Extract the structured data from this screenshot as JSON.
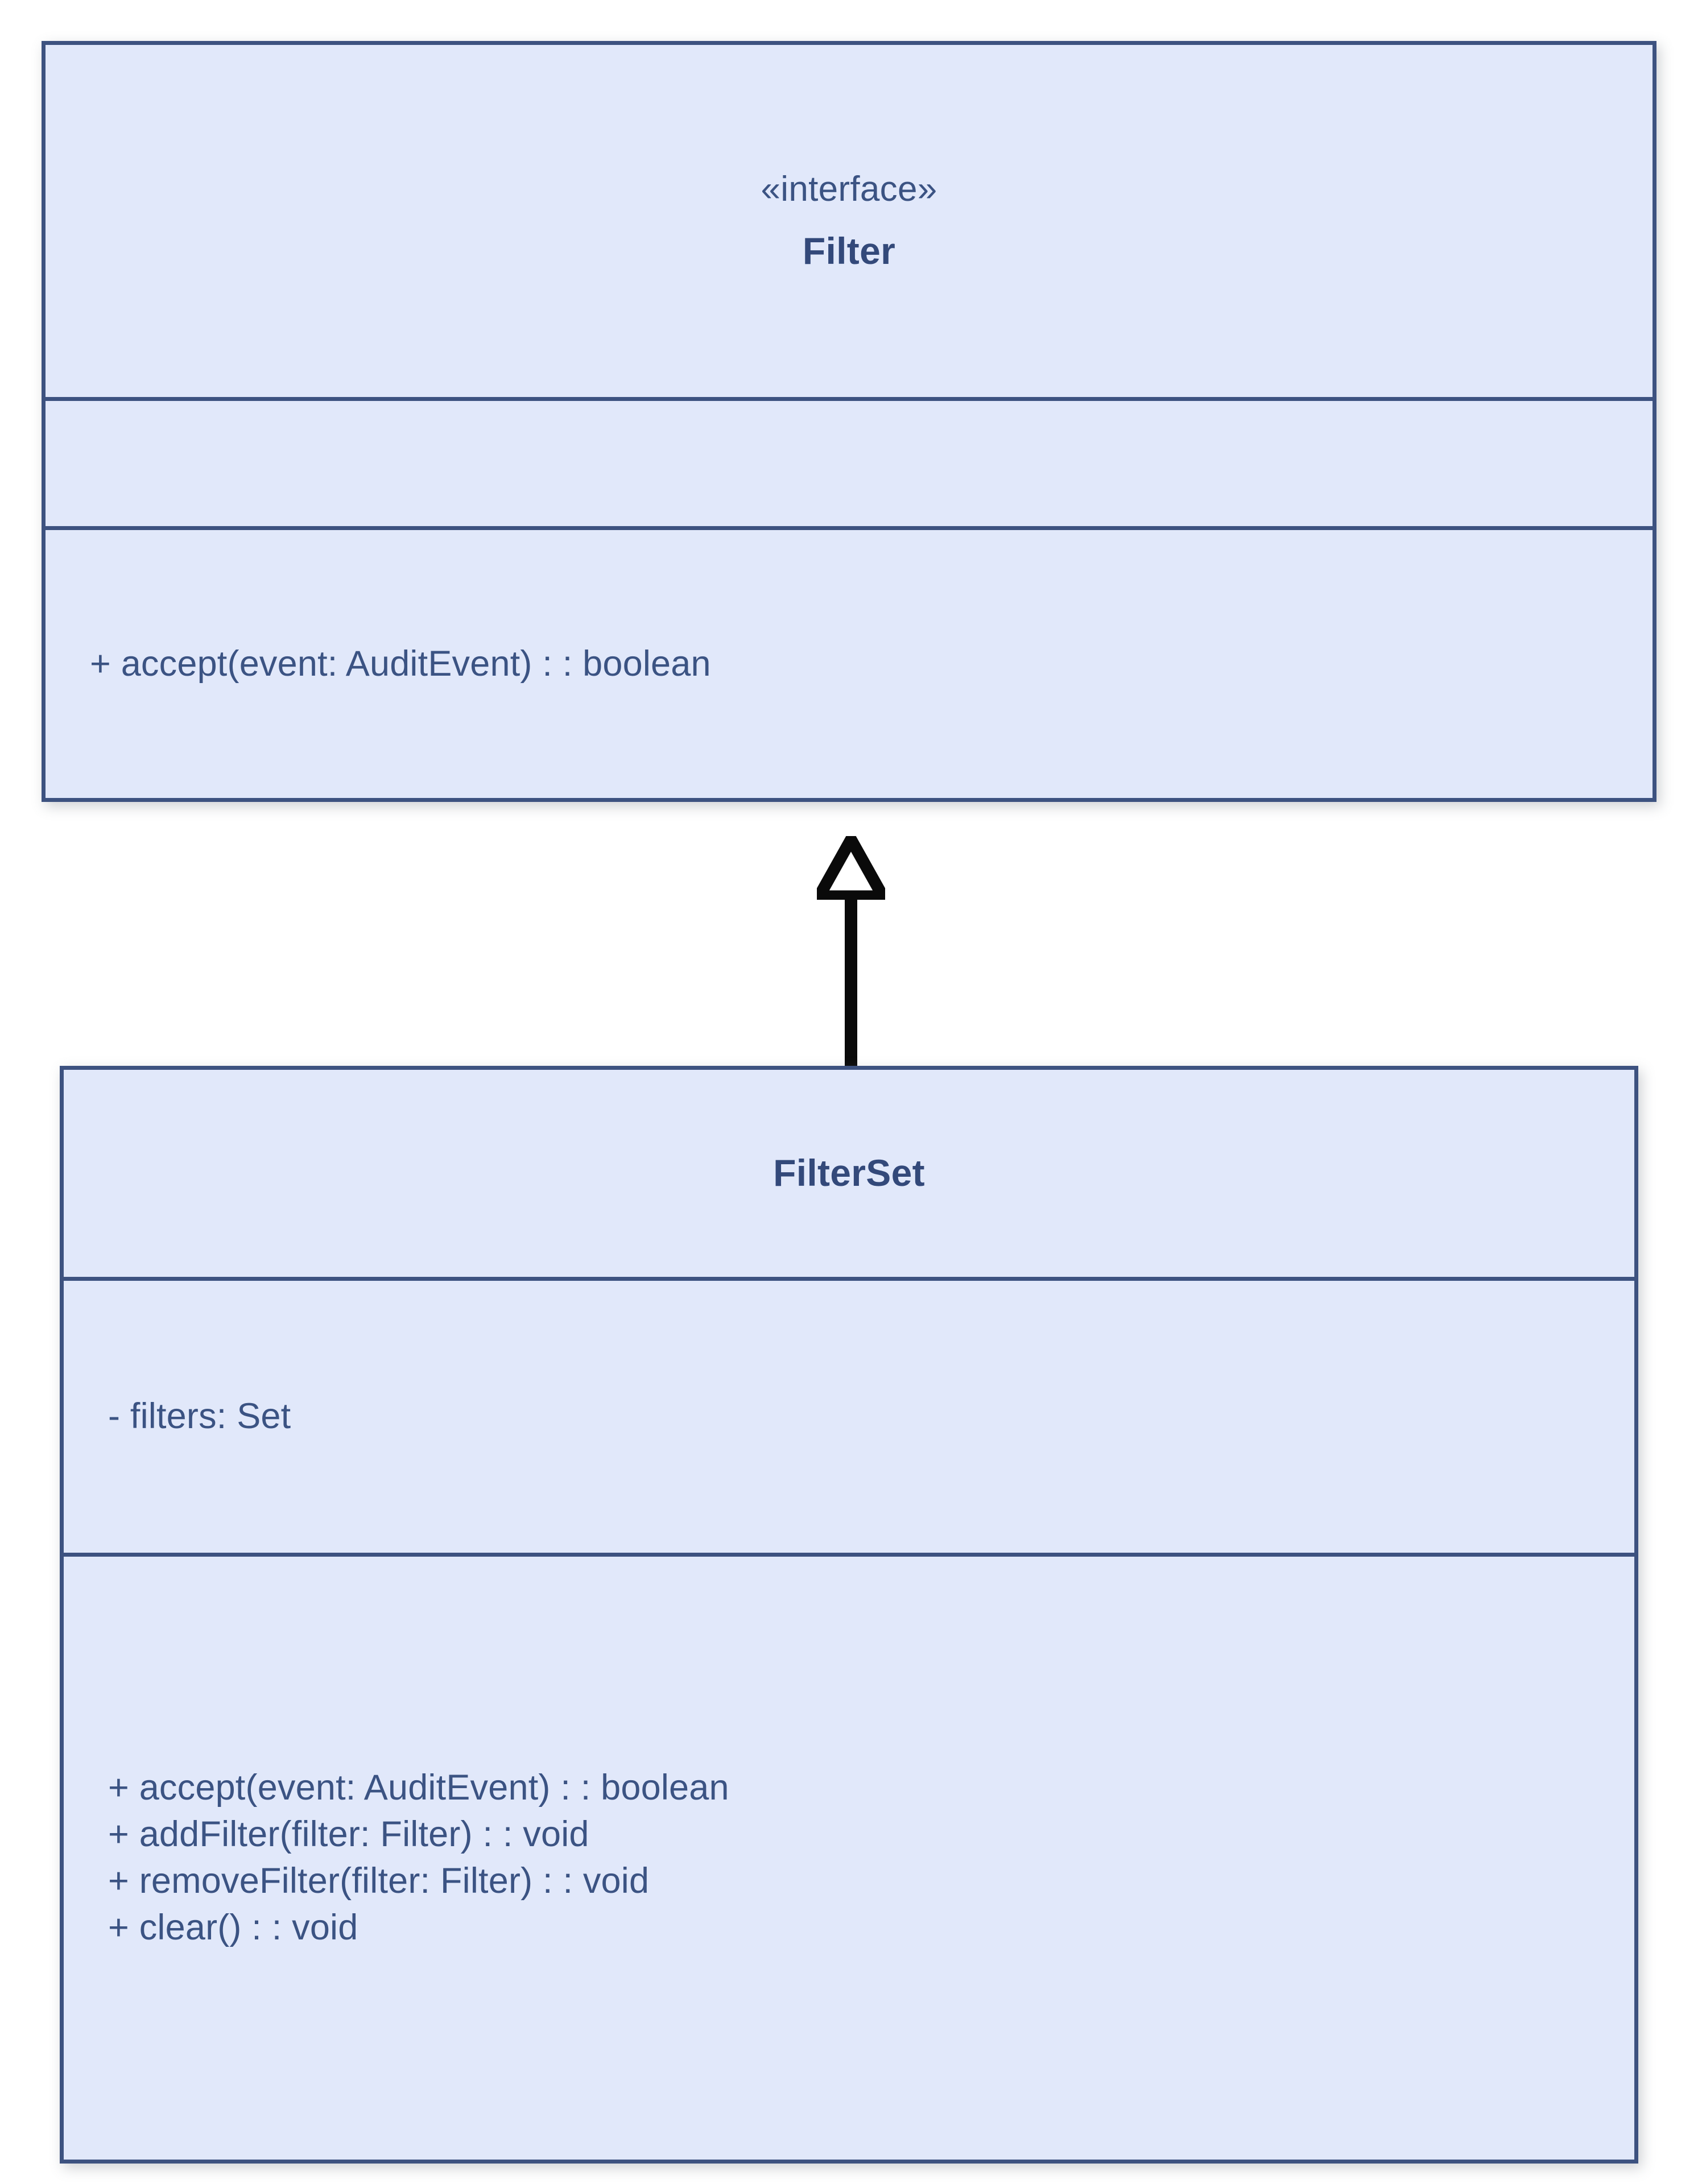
{
  "diagram": {
    "type": "uml-class-diagram",
    "title": "Filter / FilterSet",
    "background_color": "#ffffff",
    "class_fill_color": "#e1e8fa",
    "class_border_color": "#3d5280",
    "text_color": "#3b5383",
    "connector_color": "#0a0a0a"
  },
  "classes": [
    {
      "id": "filter",
      "stereotype": "«interface»",
      "name": "Filter",
      "attributes": [],
      "methods": [
        "+ accept(event: AuditEvent) : : boolean"
      ]
    },
    {
      "id": "filterset",
      "stereotype": "",
      "name": "FilterSet",
      "attributes": [
        "- filters: Set"
      ],
      "methods": [
        "+ accept(event: AuditEvent) : : boolean",
        "+ addFilter(filter: Filter) : : void",
        "+ removeFilter(filter: Filter) : : void",
        "+ clear() : : void"
      ]
    }
  ],
  "relationships": [
    {
      "id": "realization",
      "kind": "realization",
      "line_style": "dotted",
      "arrowhead": "hollow-triangle",
      "source": "FilterSet",
      "target": "Filter",
      "label": ""
    }
  ]
}
